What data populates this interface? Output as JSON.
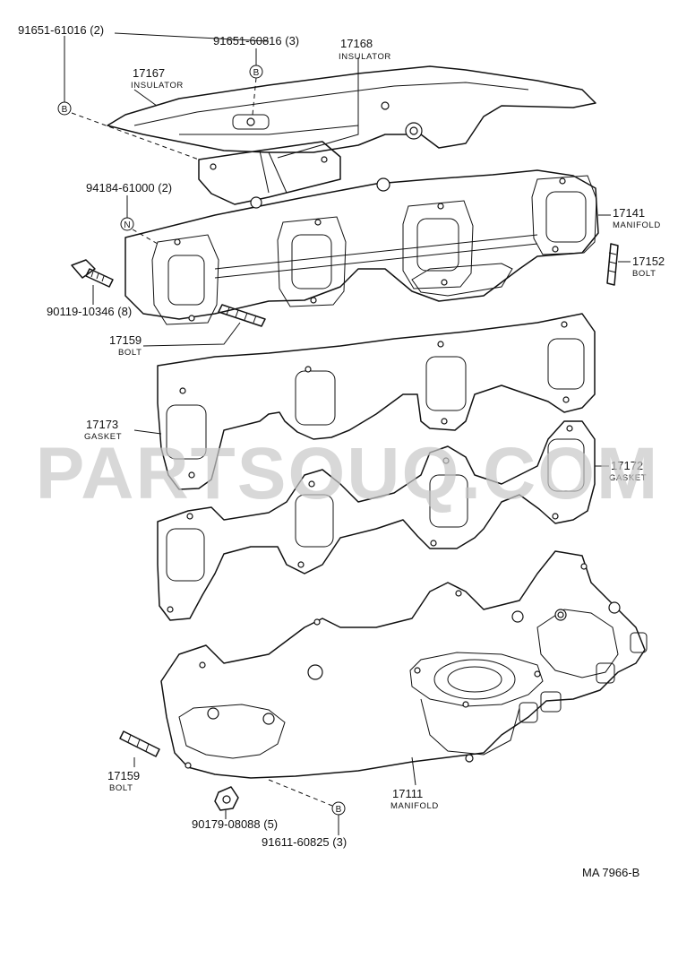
{
  "watermark": "PARTSOUQ.COM",
  "drawing_ref": "MA  7966-B",
  "circle_markers": [
    "B",
    "N"
  ],
  "callouts": {
    "c_91651_61016": "91651-61016 (2)",
    "c_91651_60816": "91651-60816 (3)",
    "c_17168_num": "17168",
    "c_17168_name": "INSULATOR",
    "c_17167_num": "17167",
    "c_17167_name": "INSULATOR",
    "c_94184": "94184-61000 (2)",
    "c_17141_num": "17141",
    "c_17141_name": "MANIFOLD",
    "c_17152_num": "17152",
    "c_17152_name": "BOLT",
    "c_90119": "90119-10346 (8)",
    "c_17159a_num": "17159",
    "c_17159a_name": "BOLT",
    "c_17173_num": "17173",
    "c_17173_name": "GASKET",
    "c_17172_num": "17172",
    "c_17172_name": "GASKET",
    "c_17159b_num": "17159",
    "c_17159b_name": "BOLT",
    "c_17111_num": "17111",
    "c_17111_name": "MANIFOLD",
    "c_90179": "90179-08088 (5)",
    "c_91611": "91611-60825 (3)"
  }
}
